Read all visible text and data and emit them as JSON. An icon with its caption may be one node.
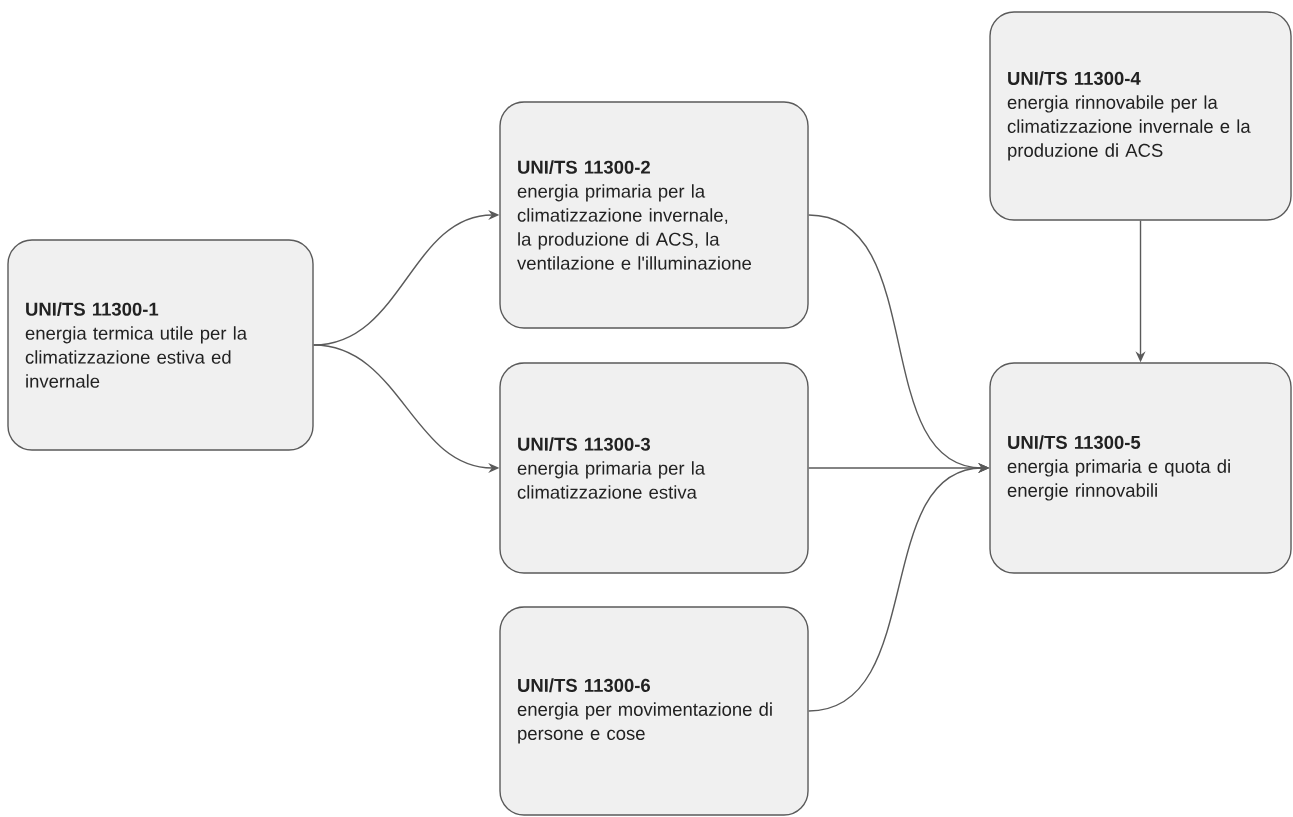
{
  "diagram": {
    "nodes": [
      {
        "text": [
          "UNI/TS 11300-1",
          "energia termica utile per la climatizzazione estiva ed invernale"
        ]
      },
      {
        "text": [
          "UNI/TS 11300-2",
          "energia primaria per la climatizzazione invernale, la produzione di ACS, la ventilazione e l'illuminazione"
        ]
      },
      {
        "text": [
          "UNI/TS 11300-3",
          "energia primaria per la climatizzazione estiva"
        ]
      },
      {
        "text": [
          "UNI/TS 11300-6",
          "energia per movimentazione di persone e cose"
        ]
      },
      {
        "text": [
          "UNI/TS 11300-4",
          "energia rinnovabile per la climatizzazione invernale e la produzione di ACS"
        ]
      },
      {
        "text": [
          "UNI/TS 11300-5",
          "energia primaria e quota di energie rinnovabili"
        ]
      }
    ],
    "edges": [
      {
        "from": 0,
        "to": 1,
        "arrow": "to"
      },
      {
        "from": 0,
        "to": 2,
        "arrow": "to"
      },
      {
        "from": 1,
        "to": 5,
        "arrow": "to"
      },
      {
        "from": 2,
        "to": 5,
        "arrow": "to"
      },
      {
        "from": 3,
        "to": 5,
        "arrow": "to"
      },
      {
        "from": 4,
        "to": 5,
        "arrow": "to"
      }
    ]
  }
}
